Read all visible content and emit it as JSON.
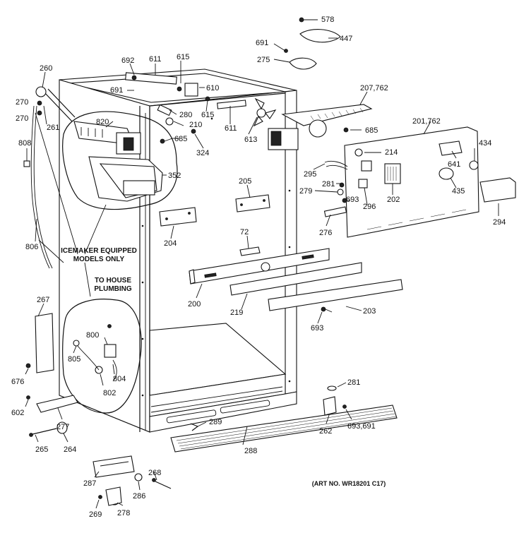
{
  "diagram": {
    "art_number": "(ART NO. WR18201 C17)",
    "icemaker_note": [
      "ICEMAKER EQUIPPED",
      "MODELS ONLY"
    ],
    "plumbing_note": [
      "TO HOUSE",
      "PLUMBING"
    ],
    "part_labels": {
      "p578": "578",
      "p447": "447",
      "p691a": "691",
      "p275": "275",
      "p692": "692",
      "p611a": "611",
      "p615a": "615",
      "p260": "260",
      "p691b": "691",
      "p610": "610",
      "p207": "207,762",
      "p270a": "270",
      "p280": "280",
      "p615b": "615",
      "p270b": "270",
      "p261": "261",
      "p820": "820",
      "p210": "210",
      "p611b": "611",
      "p613": "613",
      "p685a": "685",
      "p201": "201,762",
      "p685b": "685",
      "p808": "808",
      "p324": "324",
      "p214": "214",
      "p434": "434",
      "p352": "352",
      "p641": "641",
      "p295": "295",
      "p205": "205",
      "p281a": "281",
      "p279": "279",
      "p693a": "693",
      "p202": "202",
      "p435": "435",
      "p296": "296",
      "p294": "294",
      "p204": "204",
      "p276": "276",
      "p72": "72",
      "p806": "806",
      "p200": "200",
      "p219": "219",
      "p203": "203",
      "p267": "267",
      "p693b": "693",
      "p800": "800",
      "p805": "805",
      "p804": "804",
      "p676": "676",
      "p802": "802",
      "p281b": "281",
      "p602": "602",
      "p289": "289",
      "p277": "277",
      "p262": "262",
      "p693c": "693,691",
      "p265": "265",
      "p264": "264",
      "p288": "288",
      "p268": "268",
      "p287": "287",
      "p286": "286",
      "p269": "269",
      "p278": "278"
    }
  }
}
